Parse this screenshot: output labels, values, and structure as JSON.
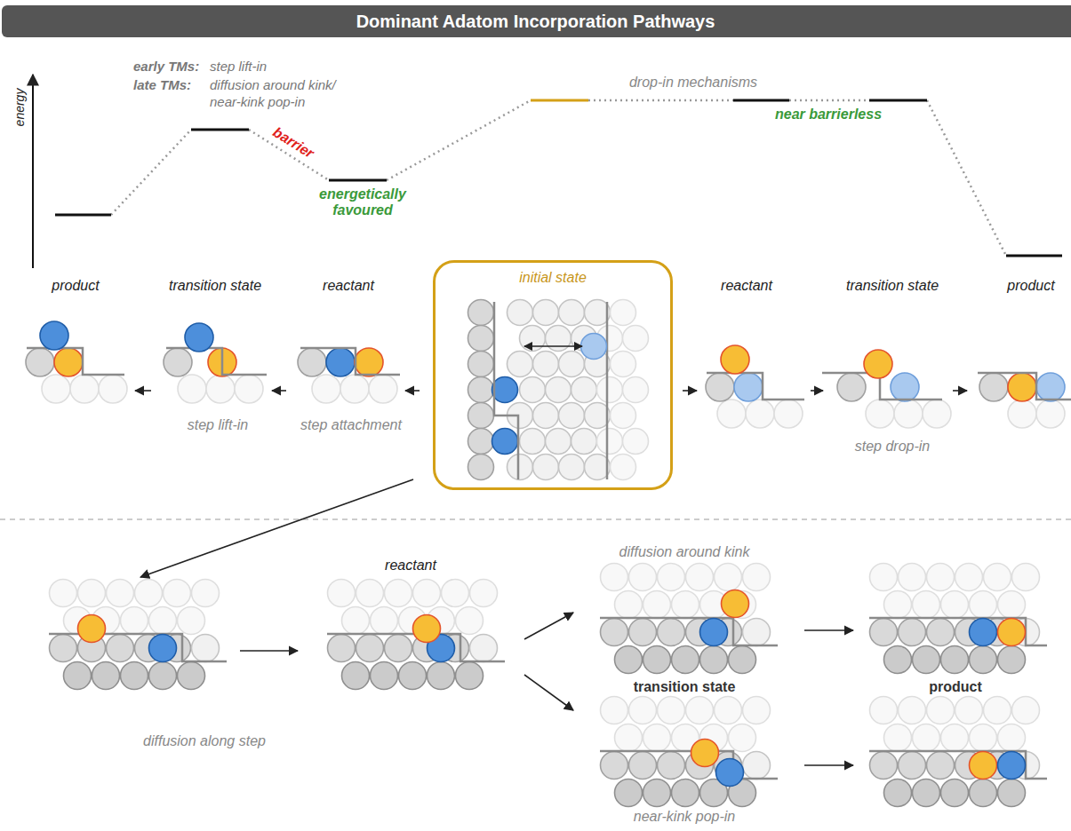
{
  "diagram": {
    "title": "Dominant Adatom Incorporation Pathways",
    "nodes": [
      {
        "text": [
          "initial state"
        ]
      }
    ],
    "labels": [
      "energy",
      "early TMs:",
      "step lift-in",
      "late TMs:",
      "diffusion around kink/",
      "near-kink pop-in",
      "barrier",
      "energetically favoured",
      "drop-in mechanisms",
      "near barrierless",
      "product",
      "transition state",
      "reactant",
      "reactant",
      "transition state",
      "product",
      "step lift-in",
      "step attachment",
      "step drop-in",
      "diffusion around kink",
      "reactant",
      "diffusion along step",
      "transition state",
      "product",
      "near-kink pop-in"
    ]
  }
}
